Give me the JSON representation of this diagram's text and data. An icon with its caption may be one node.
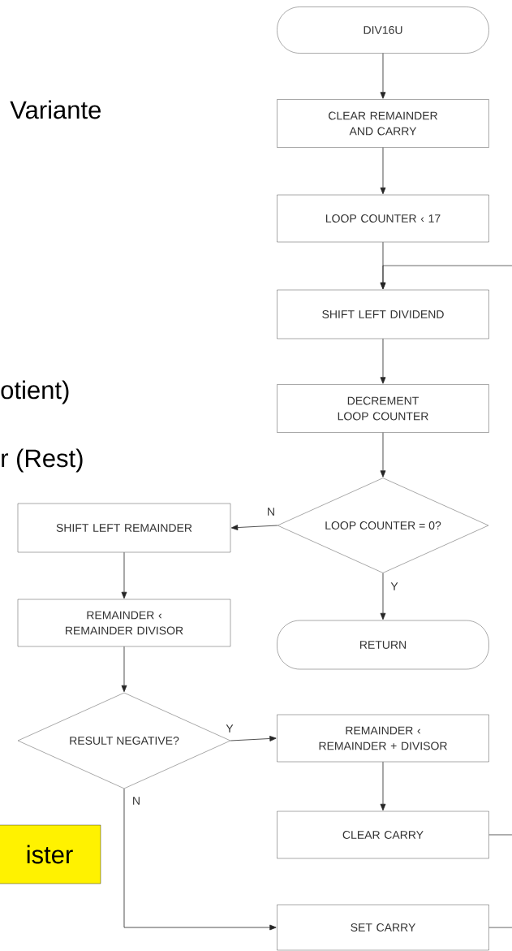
{
  "diagram": {
    "nodes": [
      {
        "text": [
          "DIV16U"
        ]
      },
      {
        "text": [
          "CLEAR REMAINDER AND CARRY"
        ]
      },
      {
        "text": [
          "LOOP COUNTER ‹ 17"
        ]
      },
      {
        "text": [
          "SHIFT LEFT DIVIDEND"
        ]
      },
      {
        "text": [
          "DECREMENT LOOP COUNTER"
        ]
      },
      {
        "text": [
          "LOOP COUNTER = 0?"
        ]
      },
      {
        "text": [
          "SHIFT LEFT REMAINDER"
        ]
      },
      {
        "text": [
          "RETURN"
        ]
      },
      {
        "text": [
          "REMAINDER ‹ REMAINDER DIVISOR"
        ]
      },
      {
        "text": [
          "RESULT NEGATIVE?"
        ]
      },
      {
        "text": [
          "REMAINDER ‹ REMAINDER + DIVISOR"
        ]
      },
      {
        "text": [
          "CLEAR CARRY"
        ]
      },
      {
        "text": [
          "SET CARRY"
        ]
      },
      {
        "text": [
          "ister"
        ]
      }
    ],
    "edges": [
      {
        "from": 0,
        "to": 1,
        "arrow": "to"
      },
      {
        "from": 1,
        "to": 2,
        "arrow": "to"
      },
      {
        "from": 2,
        "to": 3,
        "arrow": "to"
      },
      {
        "from": null,
        "to": 3,
        "arrow": "to"
      },
      {
        "from": 3,
        "to": 4,
        "arrow": "to"
      },
      {
        "from": 4,
        "to": 5,
        "arrow": "to"
      },
      {
        "from": 5,
        "to": 6,
        "arrow": "to",
        "label": "N"
      },
      {
        "from": 5,
        "to": 7,
        "arrow": "to",
        "label": "Y"
      },
      {
        "from": 6,
        "to": 8,
        "arrow": "to"
      },
      {
        "from": 8,
        "to": 9,
        "arrow": "to"
      },
      {
        "from": 9,
        "to": 10,
        "arrow": "to",
        "label": "Y"
      },
      {
        "from": 10,
        "to": 11,
        "arrow": "to"
      },
      {
        "from": 9,
        "to": 12,
        "arrow": "to",
        "label": "N"
      },
      {
        "from": 11,
        "to": null,
        "arrow": "none"
      },
      {
        "from": 12,
        "to": null,
        "arrow": "none"
      }
    ],
    "labels": [
      "Variante",
      "otient)",
      "r (Rest)"
    ]
  }
}
